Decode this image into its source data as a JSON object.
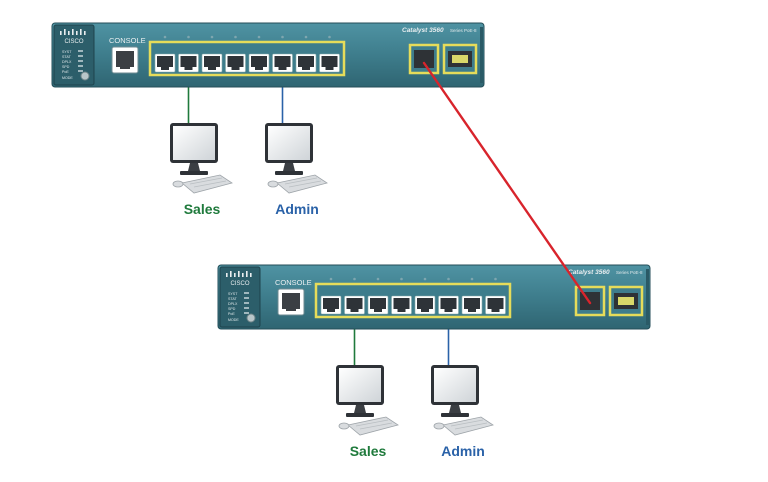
{
  "colors": {
    "chassis": "#3e7d8c",
    "chassis_dark": "#2a5a66",
    "trunk": "#d8242c",
    "sales": "#1f7a3c",
    "admin": "#2a62a8",
    "port_frame": "#e6dc5a"
  },
  "switches": [
    {
      "brand": "CISCO",
      "console_label": "CONSOLE",
      "model_label": "Catalyst 3560",
      "series_label": "Series PoE-8",
      "status_leds": [
        "SYST",
        "STAT",
        "DPLX",
        "SPD",
        "PoE"
      ],
      "mode_label": "MODE"
    },
    {
      "brand": "CISCO",
      "console_label": "CONSOLE",
      "model_label": "Catalyst 3560",
      "series_label": "Series PoE-8",
      "status_leds": [
        "SYST",
        "STAT",
        "DPLX",
        "SPD",
        "PoE"
      ],
      "mode_label": "MODE"
    }
  ],
  "hosts": [
    {
      "label": "Sales",
      "switch": 1,
      "port": 2
    },
    {
      "label": "Admin",
      "switch": 1,
      "port": 6
    },
    {
      "label": "Sales",
      "switch": 2,
      "port": 2
    },
    {
      "label": "Admin",
      "switch": 2,
      "port": 6
    }
  ],
  "links": [
    {
      "type": "trunk",
      "from": "switch-1-uplink",
      "to": "switch-2-uplink"
    }
  ]
}
